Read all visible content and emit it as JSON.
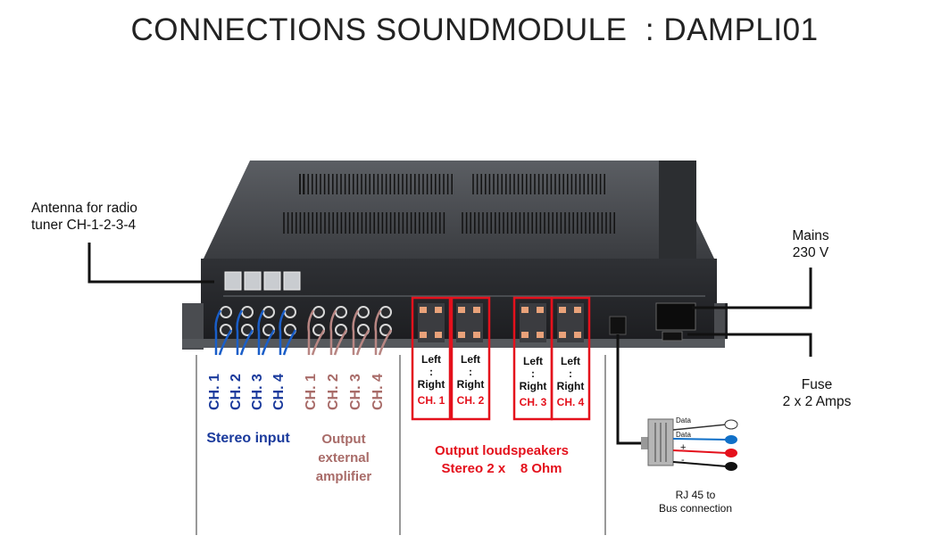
{
  "title": "CONNECTIONS SOUNDMODULE  : DAMPLI01",
  "labels": {
    "antenna_line1": "Antenna for radio",
    "antenna_line2": "tuner CH-1-2-3-4",
    "mains_line1": "Mains",
    "mains_line2": "230 V",
    "fuse_line1": "Fuse",
    "fuse_line2": "2 x 2 Amps",
    "rj45_line1": "RJ 45  to",
    "rj45_line2": "Bus connection"
  },
  "stereo_input": {
    "channels": [
      "CH. 1",
      "CH. 2",
      "CH. 3",
      "CH. 4"
    ],
    "caption": "Stereo input",
    "color": "#1a3a9c"
  },
  "output_external": {
    "channels": [
      "CH. 1",
      "CH. 2",
      "CH. 3",
      "CH. 4"
    ],
    "caption_line1": "Output external",
    "caption_line2": "amplifier",
    "color": "#a86b68"
  },
  "output_loudspeakers": {
    "speakers": [
      {
        "left": "Left",
        "sep": ":",
        "right": "Right",
        "channel": "CH. 1"
      },
      {
        "left": "Left",
        "sep": ":",
        "right": "Right",
        "channel": "CH. 2"
      },
      {
        "left": "Left",
        "sep": ":",
        "right": "Right",
        "channel": "CH. 3"
      },
      {
        "left": "Left",
        "sep": ":",
        "right": "Right",
        "channel": "CH. 4"
      }
    ],
    "caption_line1": "Output loudspeakers",
    "caption_line2": "Stereo 2 x    8 Ohm",
    "color": "#e4111c"
  },
  "bus_connector": {
    "pins": [
      "Data",
      "Data",
      "+",
      "-"
    ],
    "wire_colors": [
      "#ffffff",
      "#1070c8",
      "#e4111c",
      "#111111"
    ]
  }
}
